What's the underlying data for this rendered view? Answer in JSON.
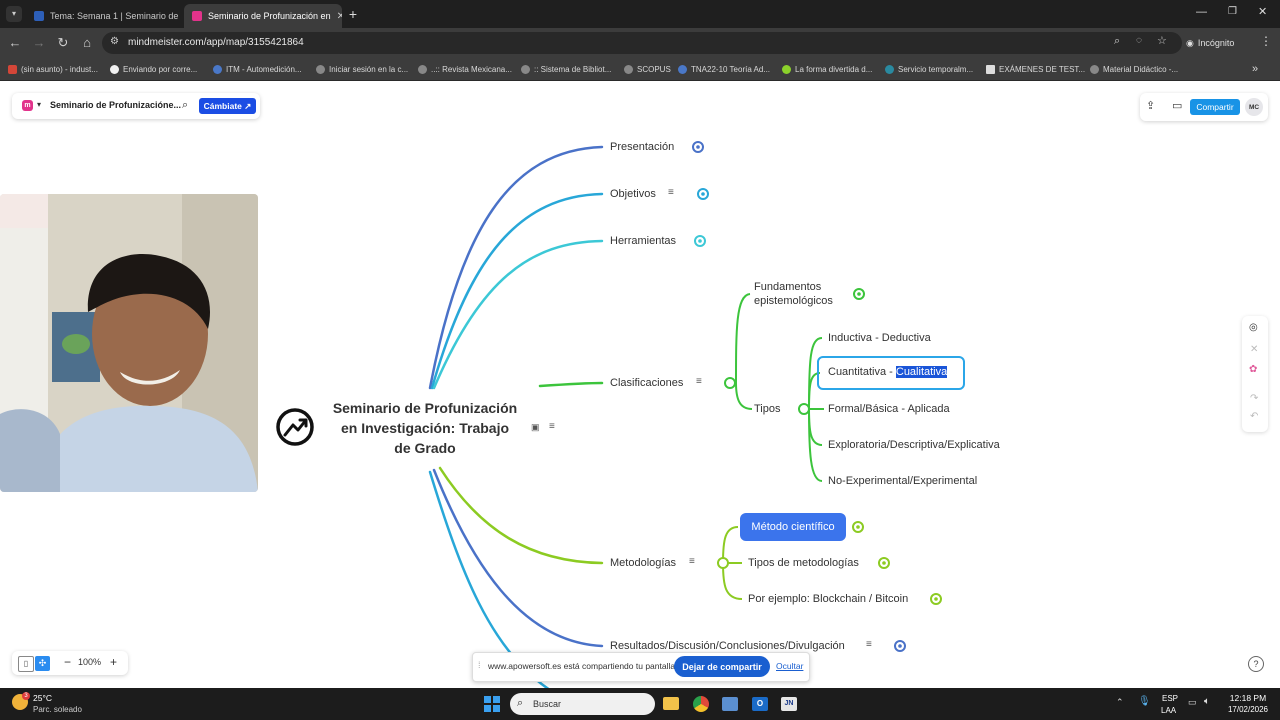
{
  "browser": {
    "tabs": [
      {
        "title": "Tema: Semana 1 | Seminario de",
        "active": false
      },
      {
        "title": "Seminario de Profunización en",
        "active": true
      }
    ],
    "url": "mindmeister.com/app/map/3155421864",
    "incognito_label": "Incógnito",
    "bookmarks": [
      "(sin asunto) - indust...",
      "Enviando por corre...",
      "ITM - Automedición...",
      "Iniciar sesión en la c...",
      "..:: Revista Mexicana...",
      ":: Sistema de Bibliot...",
      "SCOPUS",
      "TNA22-10 Teoría Ad...",
      "La forma divertida d...",
      "Servicio temporalm...",
      "EXÁMENES DE TEST...",
      "Material Didáctico -..."
    ]
  },
  "app": {
    "map_title": "Seminario de Profunizacióne...",
    "upgrade_label": "Cámbiate ↗",
    "share_label": "Compartir",
    "avatar_initials": "MC"
  },
  "mindmap": {
    "root": {
      "line1": "Seminario de Profunización",
      "line2": "en Investigación: Trabajo",
      "line3": "de Grado"
    },
    "branches": {
      "presentacion": "Presentación",
      "objetivos": "Objetivos",
      "herramientas": "Herramientas",
      "clasificaciones": "Clasificaciones",
      "metodologias": "Metodologías",
      "resultados": "Resultados/Discusión/Conclusiones/Divulgación"
    },
    "clasificaciones": {
      "fund_line1": "Fundamentos",
      "fund_line2": "epistemológicos",
      "tipos": "Tipos"
    },
    "tipos": {
      "inductiva": "Inductiva - Deductiva",
      "cuant_prefix": "Cuantitativa - ",
      "cuant_selected": "Cualitativa",
      "formal": "Formal/Básica - Aplicada",
      "exploratoria": "Exploratoria/Descriptiva/Explicativa",
      "no_experimental": "No-Experimental/Experimental"
    },
    "metodologias": {
      "metodo": "Método científico",
      "tipos_met": "Tipos de metodologías",
      "ejemplo": "Por ejemplo: Blockchain / Bitcoin"
    },
    "colors": {
      "blue": "#4a72c8",
      "teal": "#28a7d8",
      "cyan": "#3cc8d6",
      "green": "#3cc43c",
      "lime": "#8ccb22"
    }
  },
  "zoom": {
    "level": "100%"
  },
  "screen_share": {
    "message": "www.apowersoft.es está compartiendo tu pantalla.",
    "stop_label": "Dejar de compartir",
    "hide_label": "Ocultar"
  },
  "taskbar": {
    "temperature": "25°C",
    "weather": "Parc. soleado",
    "search_placeholder": "Buscar",
    "lang1": "ESP",
    "lang2": "LAA",
    "time": "12:18 PM",
    "date": "17/02/2026"
  }
}
